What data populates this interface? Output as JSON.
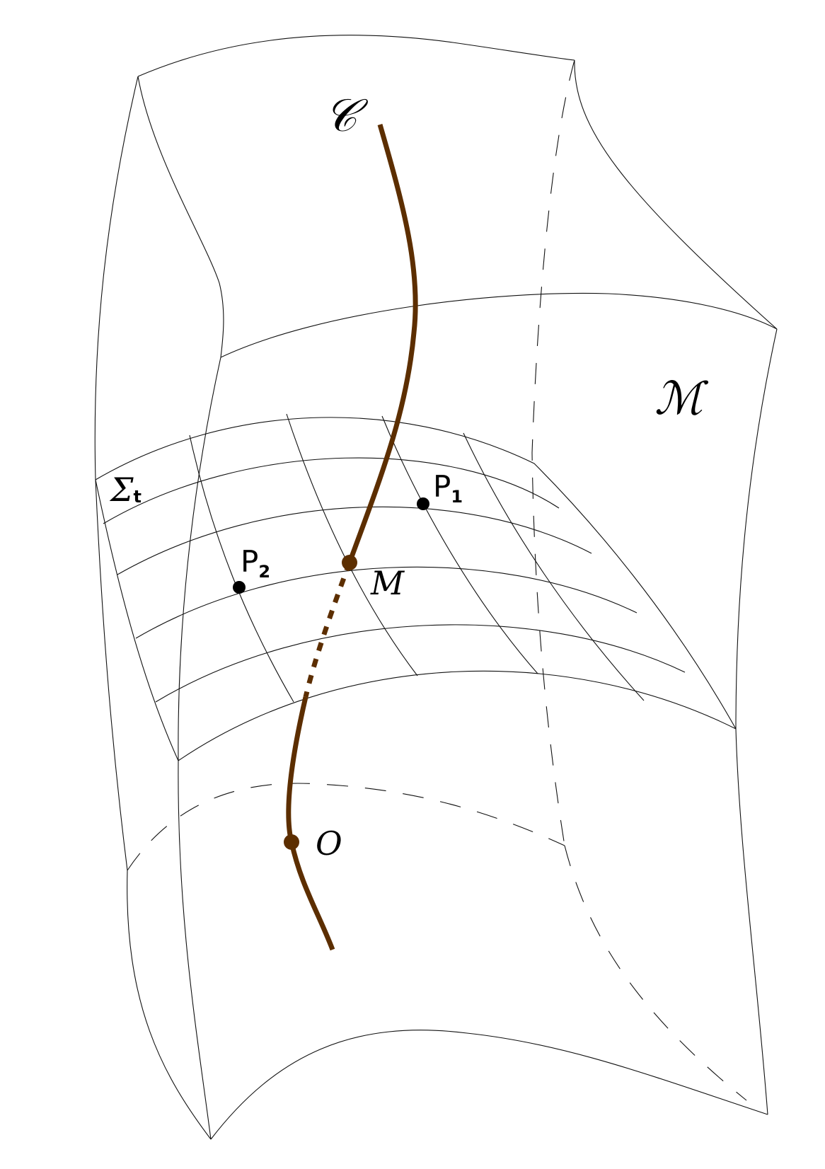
{
  "labels": {
    "curve": "𝒞",
    "manifold": "ℳ",
    "slice_symbol": "Σ",
    "slice_sub": "t",
    "point_m": "M",
    "point_o": "O",
    "p1": "P",
    "p1_sub": "1",
    "p2": "P",
    "p2_sub": "2"
  },
  "colors": {
    "curve": "#5c2e00",
    "lines": "#111111",
    "points": "#000000"
  }
}
